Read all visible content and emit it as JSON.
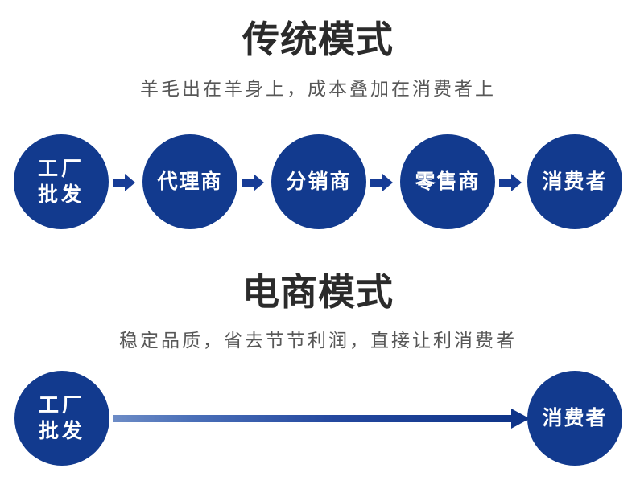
{
  "page": {
    "background": "#ffffff",
    "brand_blue": "#123a8e",
    "arrow_blue": "#173c96",
    "gradient_start": "#5b7fc0",
    "gradient_end": "#123a8e",
    "title_color": "#2b2b2b",
    "subtitle_color": "#575757"
  },
  "sections": [
    {
      "id": "traditional",
      "title": "传统模式",
      "subtitle": "羊毛出在羊身上，成本叠加在消费者上",
      "nodes": [
        {
          "id": "factory",
          "lines": [
            "工厂",
            "批发"
          ]
        },
        {
          "id": "agent",
          "lines": [
            "代理商"
          ]
        },
        {
          "id": "distributor",
          "lines": [
            "分销商"
          ]
        },
        {
          "id": "retailer",
          "lines": [
            "零售商"
          ]
        },
        {
          "id": "consumer",
          "lines": [
            "消费者"
          ]
        }
      ],
      "connector_type": "step-arrow",
      "connector_count": 4
    },
    {
      "id": "ecommerce",
      "title": "电商模式",
      "subtitle": "稳定品质，省去节节利润，直接让利消费者",
      "nodes": [
        {
          "id": "factory",
          "lines": [
            "工厂",
            "批发"
          ]
        },
        {
          "id": "consumer",
          "lines": [
            "消费者"
          ]
        }
      ],
      "connector_type": "long-gradient-arrow",
      "connector_count": 1
    }
  ],
  "labels": {
    "traditional_title": "传统模式",
    "traditional_subtitle": "羊毛出在羊身上，成本叠加在消费者上",
    "ecommerce_title": "电商模式",
    "ecommerce_subtitle": "稳定品质，省去节节利润，直接让利消费者",
    "factory_line1": "工厂",
    "factory_line2": "批发",
    "agent": "代理商",
    "distributor": "分销商",
    "retailer": "零售商",
    "consumer": "消费者",
    "factory_ec_line1": "工厂",
    "factory_ec_line2": "批发",
    "consumer_ec": "消费者"
  }
}
